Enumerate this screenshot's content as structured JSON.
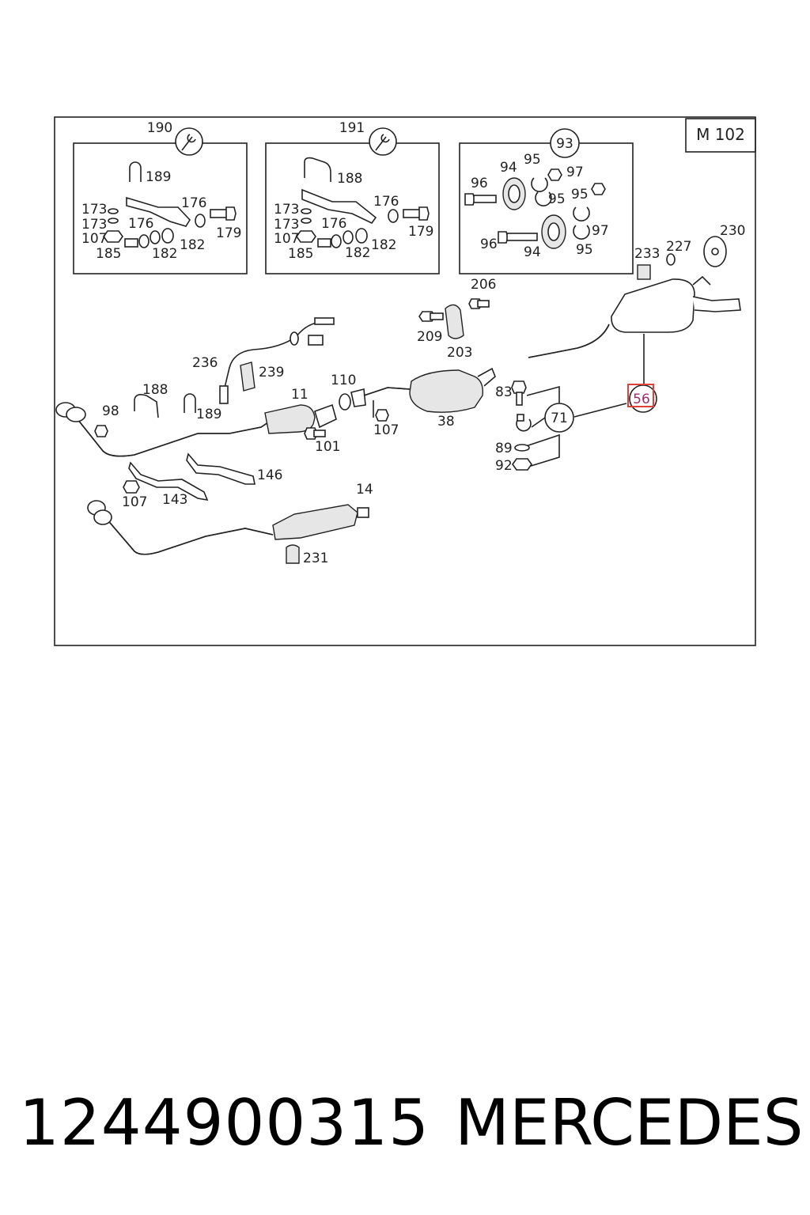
{
  "diagram": {
    "engine_code": "M 102",
    "highlight_color": "#e0403a",
    "boxes": {
      "box190": {
        "id": "190",
        "icon": "wrench-icon",
        "labels": {
          "l189": "189",
          "l176a": "176",
          "l173a": "173",
          "l173b": "173",
          "l176b": "176",
          "l179": "179",
          "l107": "107",
          "l185": "185",
          "l182a": "182",
          "l182b": "182"
        }
      },
      "box191": {
        "id": "191",
        "icon": "wrench-icon",
        "labels": {
          "l188": "188",
          "l176a": "176",
          "l173a": "173",
          "l173b": "173",
          "l176b": "176",
          "l179": "179",
          "l107": "107",
          "l185": "185",
          "l182a": "182",
          "l182b": "182"
        }
      },
      "box93": {
        "id": "93",
        "labels": {
          "l95a": "95",
          "l94a": "94",
          "l97a": "97",
          "l96a": "96",
          "l95b": "95",
          "l95c": "95",
          "l97b": "97",
          "l96b": "96",
          "l94b": "94",
          "l95d": "95"
        }
      }
    },
    "labels": {
      "p233": "233",
      "p227": "227",
      "p230": "230",
      "p206": "206",
      "p209": "209",
      "p203": "203",
      "p236": "236",
      "p239": "239",
      "p110": "110",
      "p11": "11",
      "p188": "188",
      "p189": "189",
      "p98": "98",
      "p101": "101",
      "p107a": "107",
      "p38": "38",
      "p83": "83",
      "p71": "71",
      "p89": "89",
      "p92": "92",
      "p56": "56",
      "p146": "146",
      "p107b": "107",
      "p143": "143",
      "p14": "14",
      "p231": "231"
    }
  },
  "footer": {
    "part_number": "1244900315",
    "brand": "MERCEDES"
  }
}
